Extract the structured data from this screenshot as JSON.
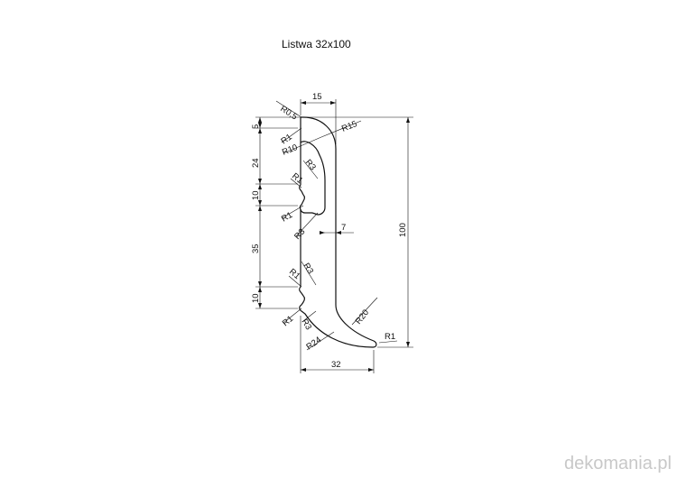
{
  "drawing": {
    "title": "Listwa 32x100",
    "watermark": "dekomania.pl",
    "dimensions": {
      "top_width": "15",
      "total_height": "100",
      "wall_thickness": "7",
      "base_width": "32",
      "h_top": "5",
      "h_24": "24",
      "h_10a": "10",
      "h_35": "35",
      "h_10b": "10"
    },
    "radii": {
      "r05": "R0,5",
      "r1_a": "R1",
      "r10": "R10",
      "r15": "R15",
      "r1_b": "R1",
      "r3_a": "R3",
      "r1_c": "R1",
      "r3_b": "R3",
      "r1_d": "R1",
      "r3_c": "R3",
      "r1_e": "R1",
      "r3_d": "R3",
      "r24": "R24",
      "r20": "R20",
      "r1_f": "R1"
    }
  }
}
